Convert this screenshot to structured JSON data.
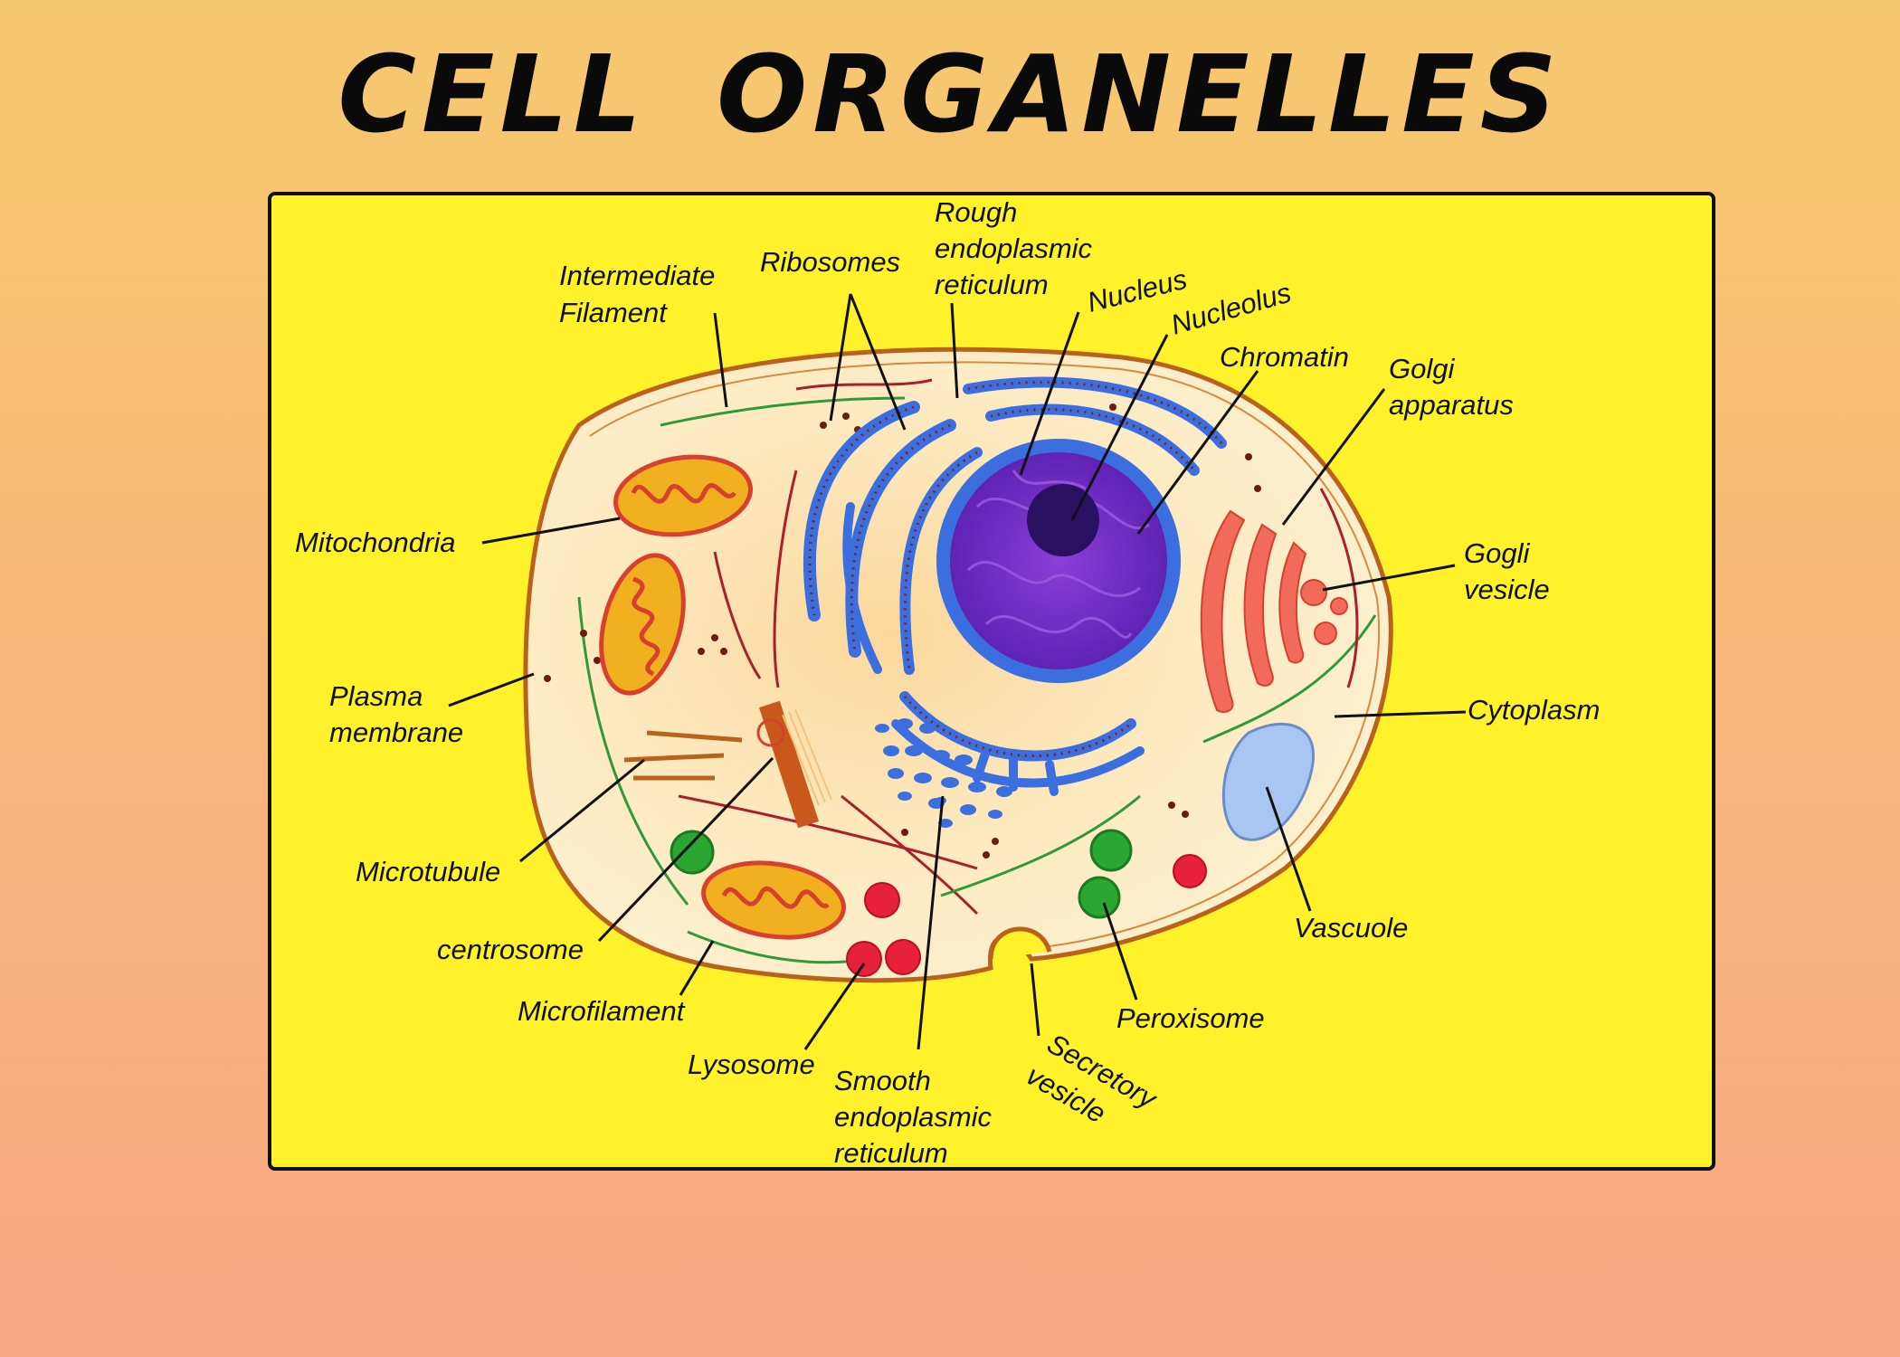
{
  "title": "CELL  ORGANELLES",
  "labels": {
    "intermediate_filament_1": "Intermediate",
    "intermediate_filament_2": "Filament",
    "ribosomes": "Ribosomes",
    "rough_er_1": "Rough",
    "rough_er_2": "endoplasmic",
    "rough_er_3": "reticulum",
    "nucleus": "Nucleus",
    "nucleolus": "Nucleolus",
    "chromatin": "Chromatin",
    "golgi_1": "Golgi",
    "golgi_2": "apparatus",
    "gogli_vesicle_1": "Gogli",
    "gogli_vesicle_2": "vesicle",
    "cytoplasm": "Cytoplasm",
    "vascuole": "Vascuole",
    "peroxisome": "Peroxisome",
    "secretory_1": "Secretory",
    "secretory_2": "vesicle",
    "smooth_er_1": "Smooth",
    "smooth_er_2": "endoplasmic",
    "smooth_er_3": "reticulum",
    "lysosome": "Lysosome",
    "microfilament": "Microfilament",
    "centrosome": "centrosome",
    "microtubule": "Microtubule",
    "plasma_membrane_1": "Plasma",
    "plasma_membrane_2": "membrane",
    "mitochondria": "Mitochondria"
  },
  "colors": {
    "background_top": "#f7c96e",
    "background_bottom": "#f9a684",
    "panel": "#fff22a",
    "cytoplasm": "#fde9b8",
    "membrane": "#b8621c",
    "nucleus": "#7a2fc8",
    "er": "#3b6fe0",
    "golgi": "#f26a5a",
    "mitochondria": "#f0b020",
    "lysosome": "#e8213a",
    "peroxisome": "#2aa632",
    "vacuole": "#a9c6f2"
  }
}
